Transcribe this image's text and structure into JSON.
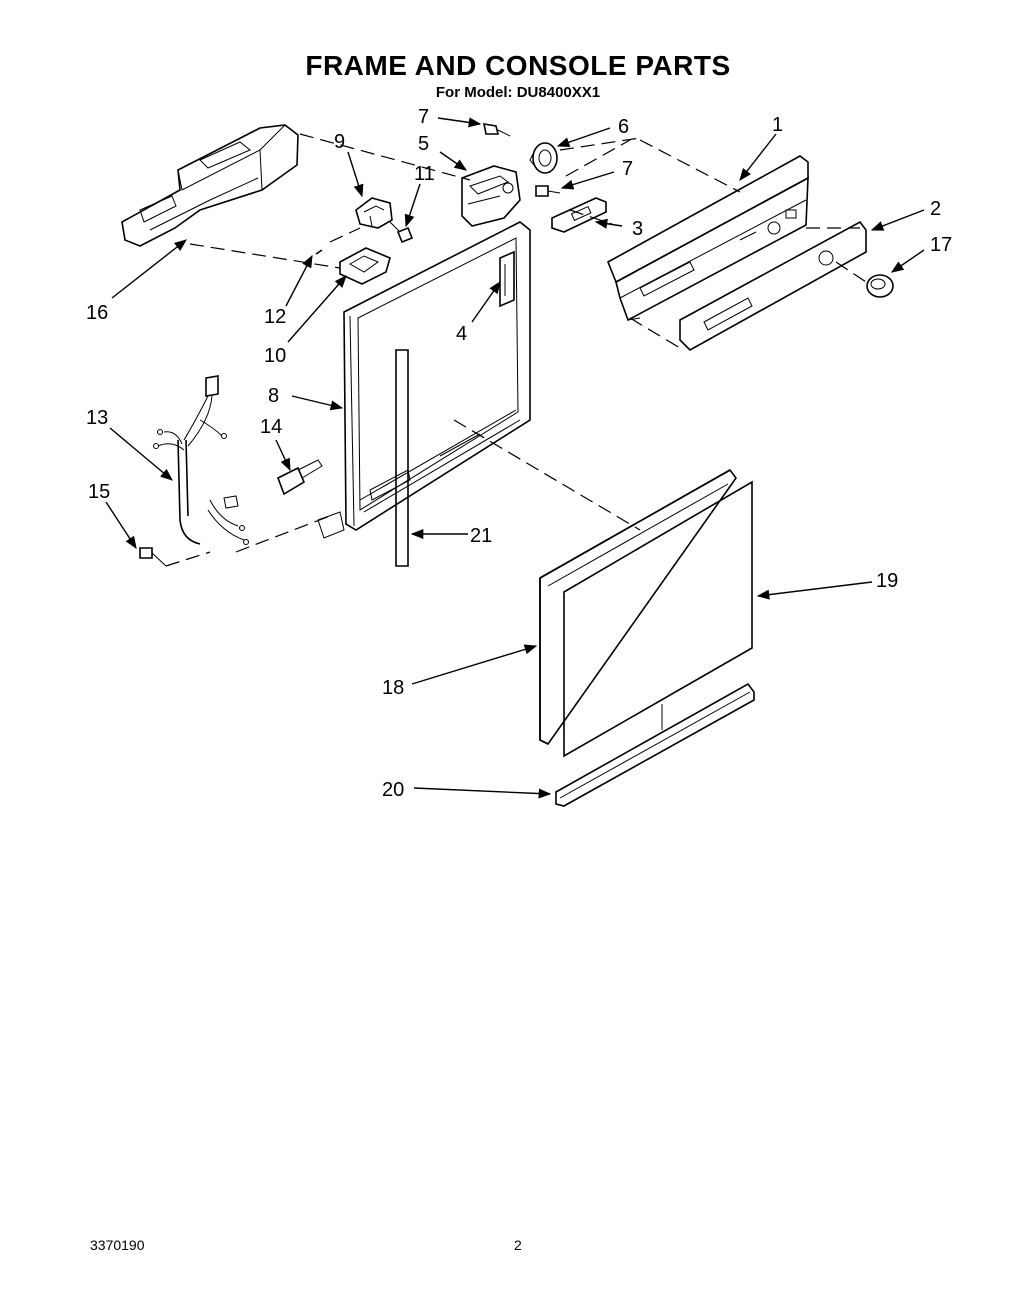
{
  "title": "FRAME AND CONSOLE PARTS",
  "subtitle": "For Model: DU8400XX1",
  "footer": {
    "doc_number": "3370190",
    "page_number": "2"
  },
  "callouts": {
    "c1": "1",
    "c2": "2",
    "c3": "3",
    "c4": "4",
    "c5": "5",
    "c6": "6",
    "c7a": "7",
    "c7b": "7",
    "c8": "8",
    "c9": "9",
    "c10": "10",
    "c11": "11",
    "c12": "12",
    "c13": "13",
    "c14": "14",
    "c15": "15",
    "c16": "16",
    "c17": "17",
    "c18": "18",
    "c19": "19",
    "c20": "20",
    "c21": "21"
  }
}
